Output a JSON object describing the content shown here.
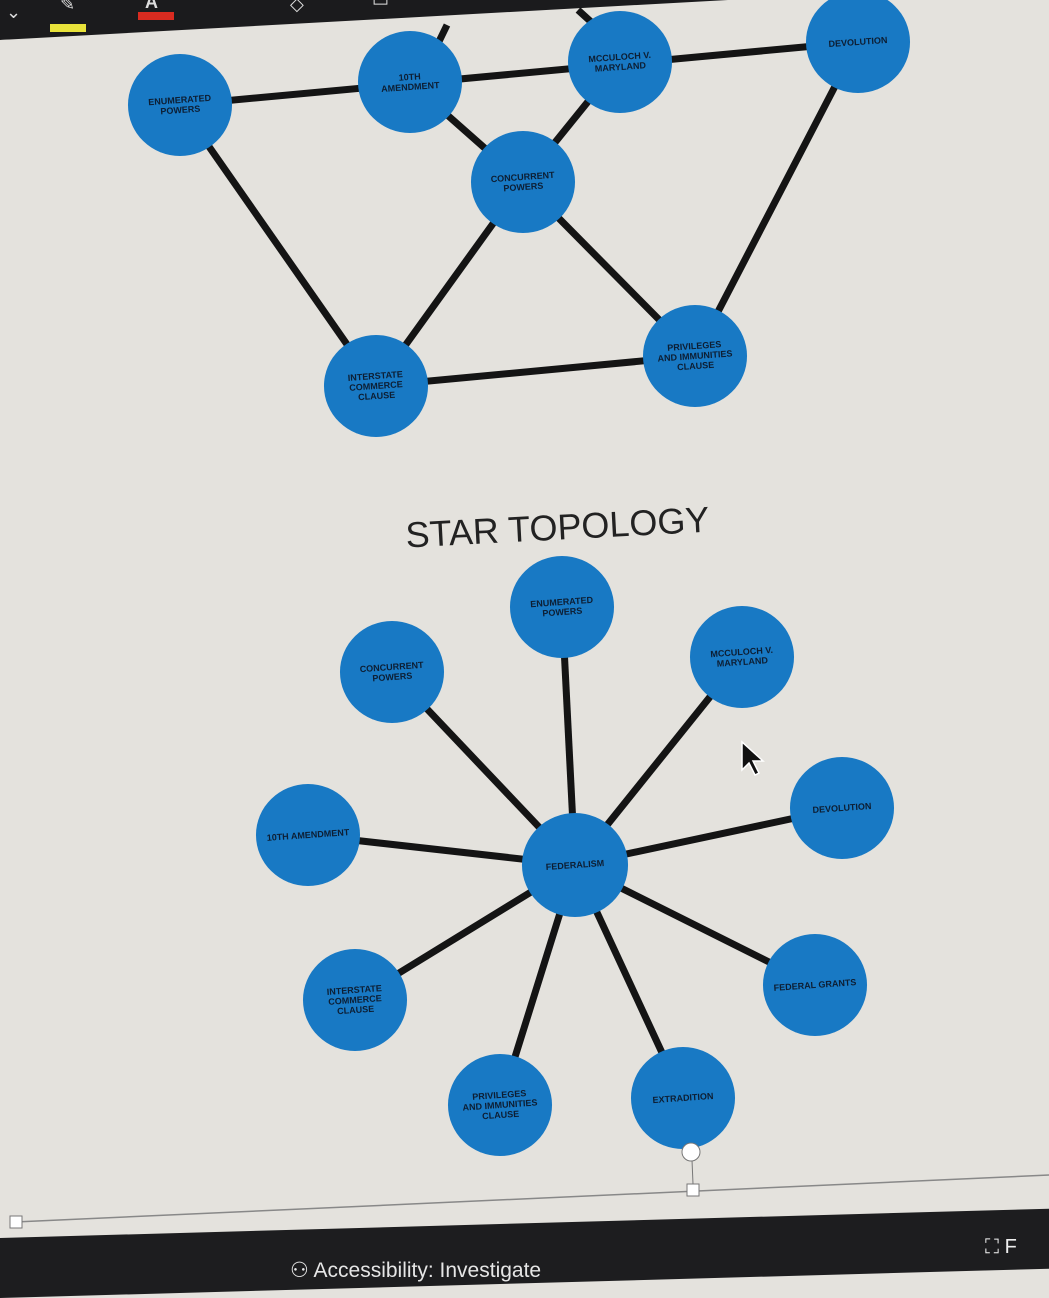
{
  "colors": {
    "node": "#1879c4",
    "edge": "#141414",
    "background": "#e4e2dd"
  },
  "toolbar": {
    "icons": [
      "chevron-down-icon",
      "highlighter-icon",
      "font-color-icon",
      "shape-fill-icon",
      "shape-outline-icon"
    ]
  },
  "mesh": {
    "nodes": [
      {
        "id": "ep",
        "label": [
          "ENUMERATED",
          "POWERS"
        ]
      },
      {
        "id": "a10",
        "label": [
          "10TH",
          "AMENDMENT"
        ]
      },
      {
        "id": "mc",
        "label": [
          "MCCULOCH V.",
          "MARYLAND"
        ]
      },
      {
        "id": "dev",
        "label": [
          "DEVOLUTION"
        ]
      },
      {
        "id": "cp",
        "label": [
          "CONCURRENT",
          "POWERS"
        ]
      },
      {
        "id": "icc",
        "label": [
          "INTERSTATE",
          "COMMERCE",
          "CLAUSE"
        ]
      },
      {
        "id": "pic",
        "label": [
          "PRIVILEGES",
          "AND IMMUNITIES",
          "CLAUSE"
        ]
      }
    ],
    "edges": [
      [
        "ep",
        "dev"
      ],
      [
        "a10",
        "cp"
      ],
      [
        "mc",
        "cp"
      ],
      [
        "ep",
        "icc"
      ],
      [
        "cp",
        "icc"
      ],
      [
        "cp",
        "pic"
      ],
      [
        "icc",
        "pic"
      ],
      [
        "dev",
        "pic"
      ]
    ]
  },
  "star": {
    "title": "STAR TOPOLOGY",
    "center": {
      "id": "fed",
      "label": [
        "FEDERALISM"
      ]
    },
    "nodes": [
      {
        "id": "ep",
        "label": [
          "ENUMERATED",
          "POWERS"
        ]
      },
      {
        "id": "mc",
        "label": [
          "MCCULOCH V.",
          "MARYLAND"
        ]
      },
      {
        "id": "cp",
        "label": [
          "CONCURRENT",
          "POWERS"
        ]
      },
      {
        "id": "dev",
        "label": [
          "DEVOLUTION"
        ]
      },
      {
        "id": "a10",
        "label": [
          "10TH AMENDMENT"
        ]
      },
      {
        "id": "fg",
        "label": [
          "FEDERAL GRANTS"
        ]
      },
      {
        "id": "icc",
        "label": [
          "INTERSTATE",
          "COMMERCE",
          "CLAUSE"
        ]
      },
      {
        "id": "pic",
        "label": [
          "PRIVILEGES",
          "AND IMMUNITIES",
          "CLAUSE"
        ]
      },
      {
        "id": "ext",
        "label": [
          "EXTRADITION"
        ]
      }
    ]
  },
  "statusbar": {
    "accessibility": "Accessibility: Investigate",
    "focus": "F"
  }
}
